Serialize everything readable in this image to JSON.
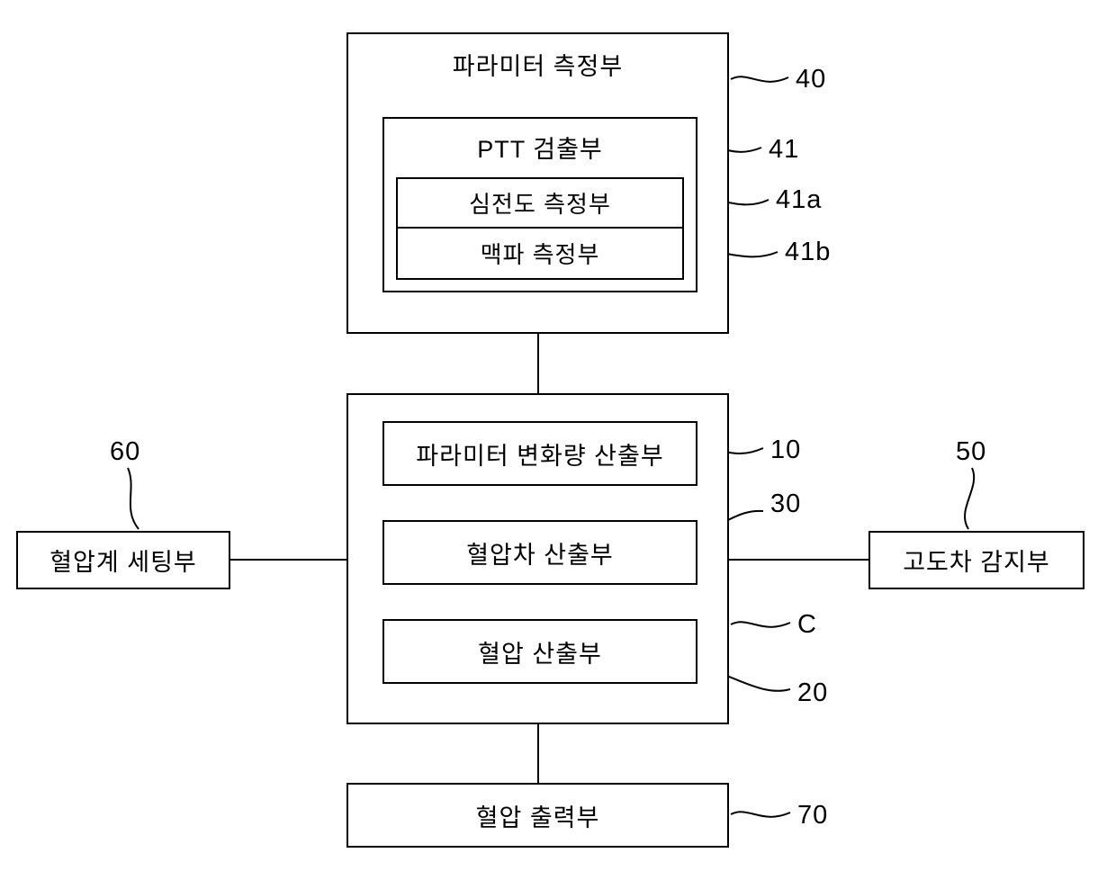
{
  "boxes": {
    "parameter_measurement": {
      "title": "파라미터 측정부",
      "ref": "40"
    },
    "ptt_detection": {
      "title": "PTT 검출부",
      "ref": "41"
    },
    "ecg_measurement": {
      "title": "심전도 측정부",
      "ref": "41a"
    },
    "pulse_wave_measurement": {
      "title": "맥파 측정부",
      "ref": "41b"
    },
    "parameter_change_calculation": {
      "title": "파라미터 변화량 산출부",
      "ref": "10"
    },
    "bp_difference_calculation": {
      "title": "혈압차 산출부",
      "ref": "30"
    },
    "bp_calculation": {
      "title": "혈압 산출부",
      "ref": "20"
    },
    "controller": {
      "ref": "C"
    },
    "bp_meter_setting": {
      "title": "혈압계 세팅부",
      "ref": "60"
    },
    "altitude_difference_sensing": {
      "title": "고도차 감지부",
      "ref": "50"
    },
    "bp_output": {
      "title": "혈압 출력부",
      "ref": "70"
    }
  },
  "colors": {
    "line": "#000000",
    "background": "#ffffff"
  }
}
